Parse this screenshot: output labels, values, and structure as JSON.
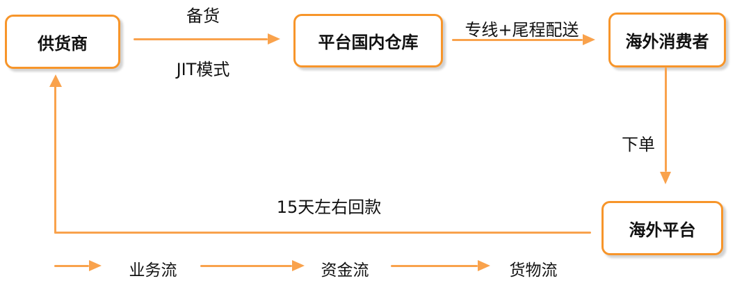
{
  "title": "cross-border-ecommerce-flow-diagram",
  "colors": {
    "box_border": "#F7952A",
    "arrow": "#F9A24C",
    "text": "#111111",
    "box_fill": "#FFFFFF"
  },
  "nodes": [
    {
      "id": "supplier",
      "label": "供货商"
    },
    {
      "id": "warehouse",
      "label": "平台国内仓库"
    },
    {
      "id": "consumer",
      "label": "海外消费者"
    },
    {
      "id": "platform",
      "label": "海外平台"
    }
  ],
  "edges": [
    {
      "from": "supplier",
      "to": "warehouse",
      "label_top": "备货",
      "label_bottom": "JIT模式"
    },
    {
      "from": "warehouse",
      "to": "consumer",
      "label": "专线+尾程配送"
    },
    {
      "from": "consumer",
      "to": "platform",
      "label": "下单"
    },
    {
      "from": "platform",
      "to": "supplier",
      "label": "15天左右回款"
    }
  ],
  "legend": [
    {
      "label": "业务流"
    },
    {
      "label": "资金流"
    },
    {
      "label": "货物流"
    }
  ]
}
